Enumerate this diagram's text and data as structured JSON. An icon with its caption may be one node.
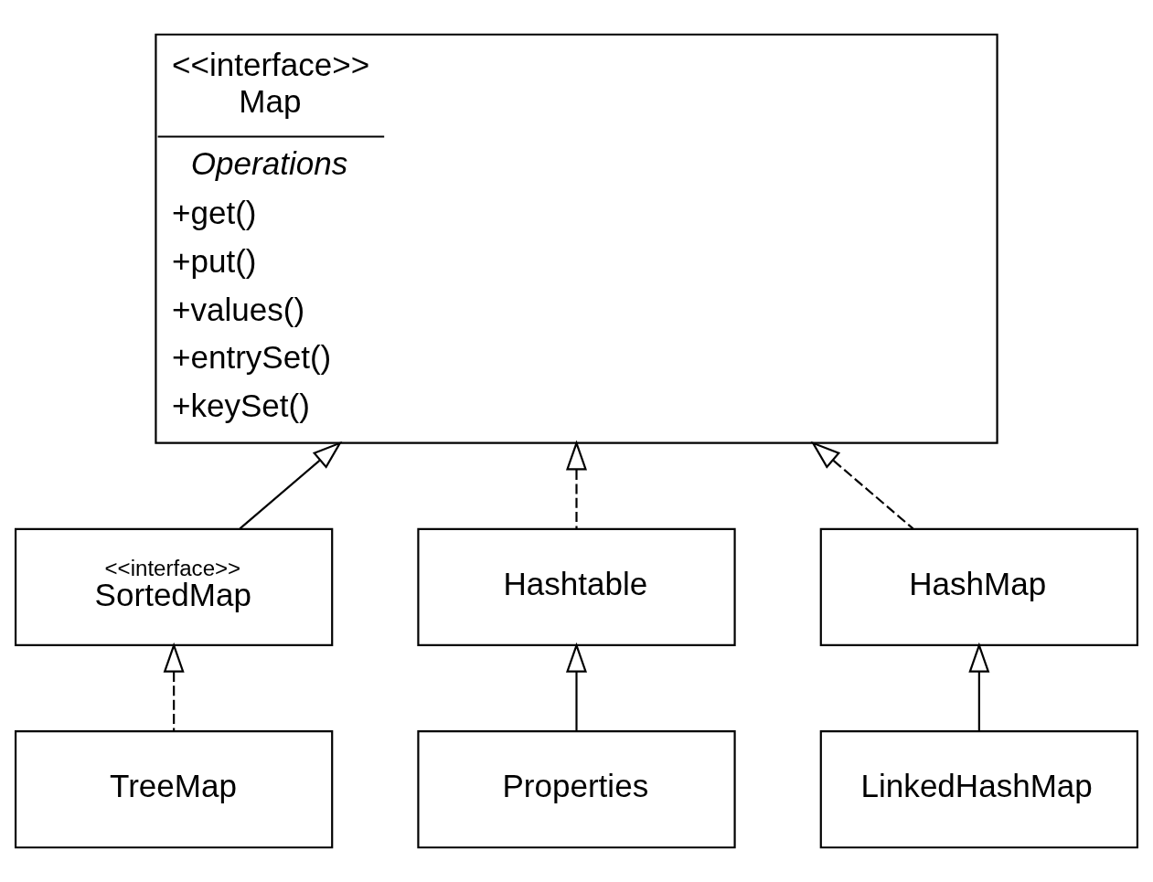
{
  "diagram": {
    "nodes": [
      {
        "text": [
          "<<interface>>",
          "Map",
          "Operations",
          "+get()",
          "+put()",
          "+values()",
          "+entrySet()",
          "+keySet()"
        ]
      },
      {
        "text": [
          "<<interface>>",
          "SortedMap"
        ]
      },
      {
        "text": [
          "Hashtable"
        ]
      },
      {
        "text": [
          "HashMap"
        ]
      },
      {
        "text": [
          "TreeMap"
        ]
      },
      {
        "text": [
          "Properties"
        ]
      },
      {
        "text": [
          "LinkedHashMap"
        ]
      }
    ],
    "edges": [
      {
        "from": 1,
        "to": 0,
        "arrow": "to"
      },
      {
        "from": 2,
        "to": 0,
        "arrow": "to",
        "style": "dashed"
      },
      {
        "from": 3,
        "to": 0,
        "arrow": "to",
        "style": "dashed"
      },
      {
        "from": 4,
        "to": 1,
        "arrow": "to",
        "style": "dashed"
      },
      {
        "from": 5,
        "to": 2,
        "arrow": "to"
      },
      {
        "from": 6,
        "to": 3,
        "arrow": "to"
      }
    ]
  }
}
